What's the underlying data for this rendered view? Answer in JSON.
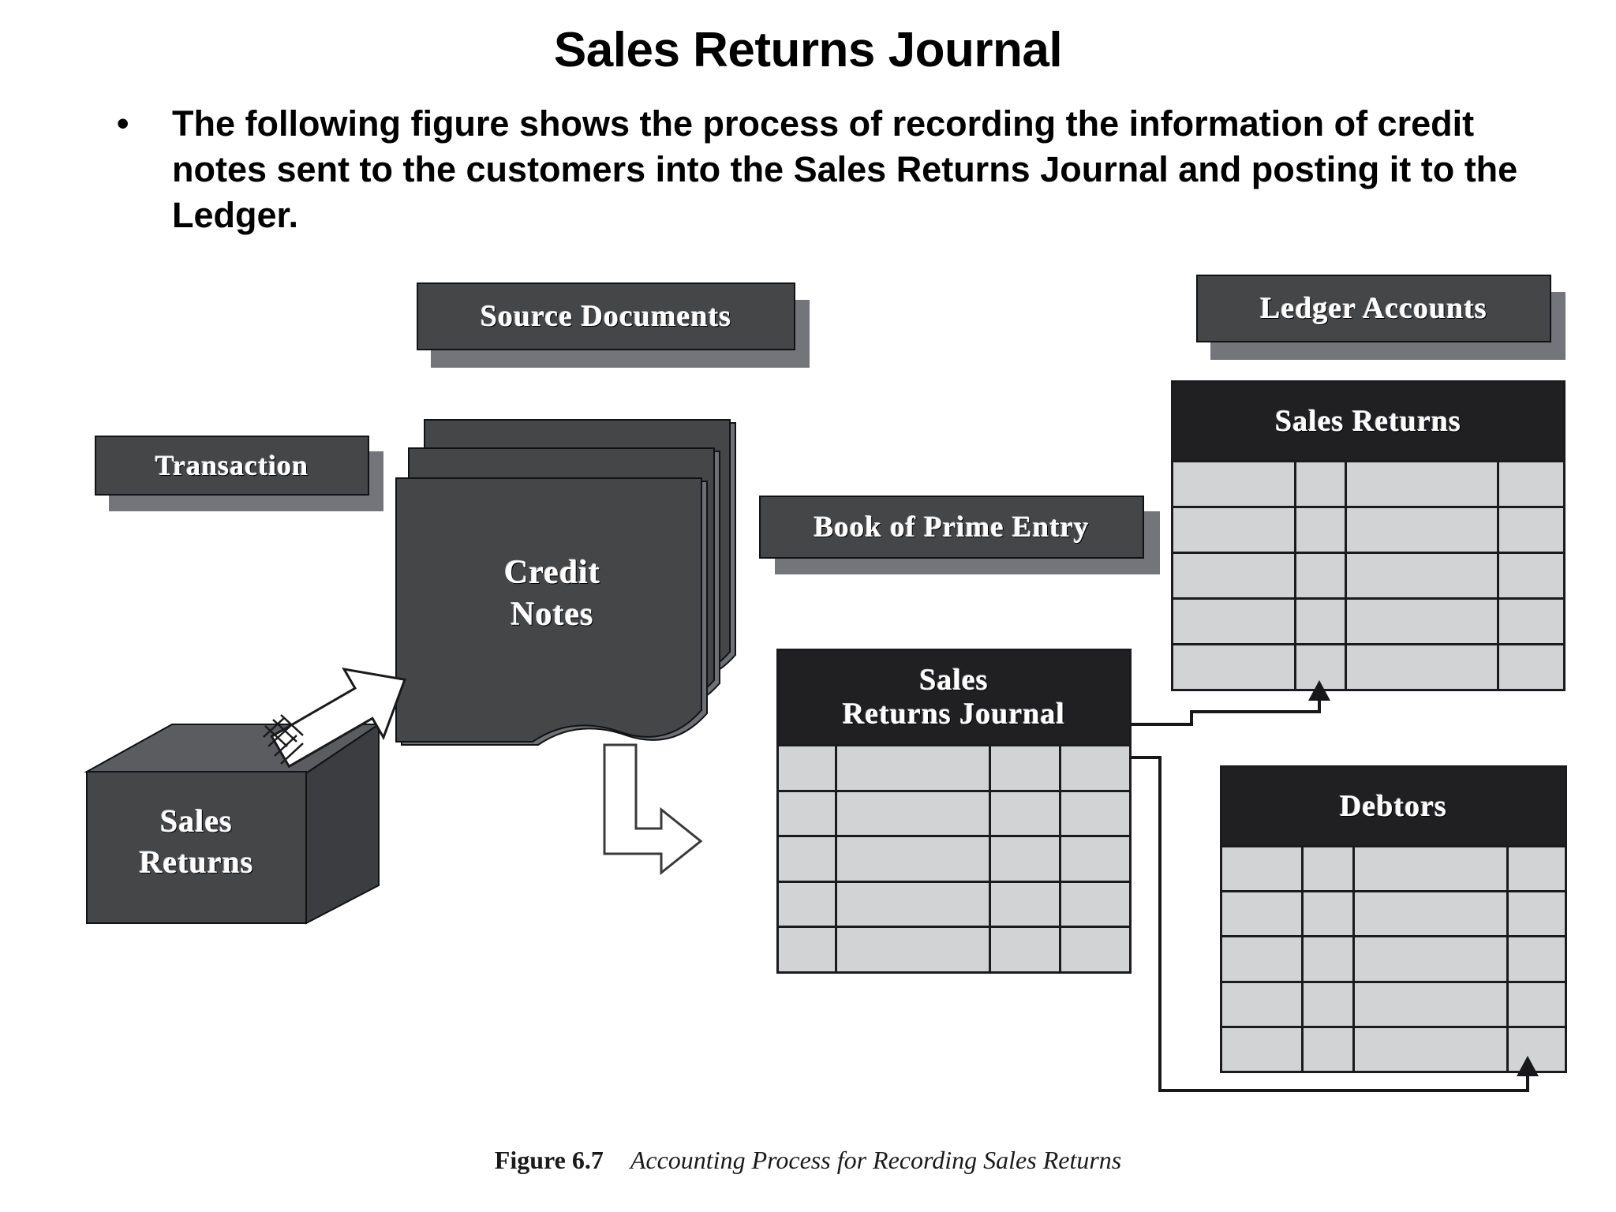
{
  "slide": {
    "title": "Sales Returns Journal",
    "bullet_marker": "•",
    "bullet_text": "The following figure shows the process of recording the information of credit notes sent to the customers into the Sales Returns Journal and posting it to the Ledger."
  },
  "diagram": {
    "labels": {
      "transaction": "Transaction",
      "source_documents": "Source Documents",
      "book_of_prime_entry": "Book of Prime Entry",
      "ledger_accounts": "Ledger Accounts"
    },
    "transaction_box": {
      "line1": "Sales",
      "line2": "Returns"
    },
    "source_document": {
      "line1": "Credit",
      "line2": "Notes"
    },
    "journal": {
      "title_line1": "Sales",
      "title_line2": "Returns Journal",
      "rows": 5,
      "columns": 4
    },
    "ledger_sales_returns": {
      "title": "Sales Returns",
      "rows": 5,
      "columns": 4
    },
    "ledger_debtors": {
      "title": "Debtors",
      "rows": 5,
      "columns": 4
    },
    "arrows": {
      "transaction_to_document": "block-arrow-up-right",
      "document_to_journal": "elbow-arrow-down-right",
      "journal_to_sales_returns": "line-arrow-up",
      "journal_to_debtors": "line-arrow-up"
    }
  },
  "caption": {
    "figure_number": "Figure 6.7",
    "figure_title": "Accounting Process for Recording Sales Returns"
  },
  "colors": {
    "plaque_fill": "#454648",
    "plaque_shadow": "#74757a",
    "ledger_header": "#201f22",
    "ledger_cell": "#d2d3d5",
    "line": "#18181a",
    "page_background": "#ffffff"
  }
}
